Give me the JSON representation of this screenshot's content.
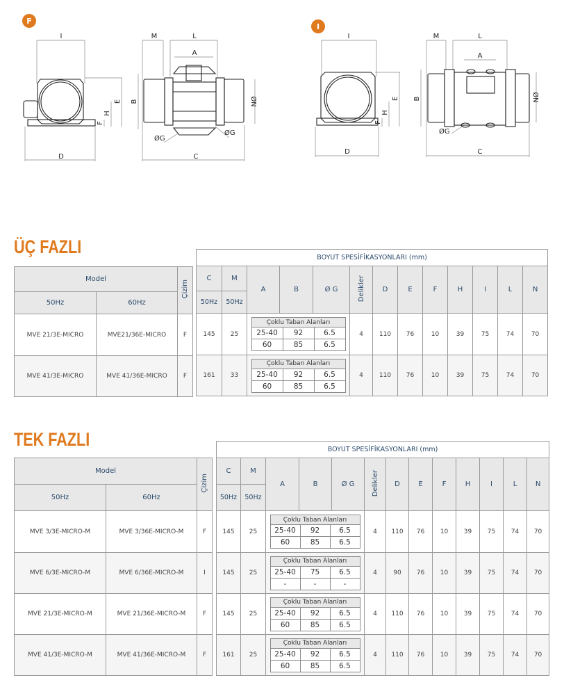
{
  "drawings": {
    "F": {
      "badge": "F",
      "labels": {
        "I": "I",
        "M": "M",
        "L": "L",
        "A": "A",
        "B": "B",
        "E": "E",
        "H": "H",
        "F": "F",
        "D": "D",
        "C": "C",
        "N": "ØN",
        "G1": "ØG",
        "G2": "ØG"
      }
    },
    "I": {
      "badge": "I",
      "labels": {
        "I": "I",
        "M": "M",
        "L": "L",
        "A": "A",
        "B": "B",
        "E": "E",
        "H": "H",
        "F": "F",
        "D": "D",
        "C": "C",
        "N": "ØN",
        "G1": "ØG"
      }
    }
  },
  "colors": {
    "accent": "#e07a1f",
    "header_bg": "#e8e8e8",
    "header_text": "#2b4a6b"
  },
  "sections": [
    {
      "title": "ÜÇ FAZLI",
      "spec_title": "BOYUT SPESİFİKASYONLARI (mm)",
      "headers": {
        "model": "Model",
        "hz50": "50Hz",
        "hz60": "60Hz",
        "cizim": "Çizim",
        "C": "C",
        "M": "M",
        "C_sub": "50Hz",
        "M_sub": "50Hz",
        "A": "A",
        "B": "B",
        "G": "Ø G",
        "delikler": "Delikler",
        "dims": [
          "D",
          "E",
          "F",
          "H",
          "I",
          "L",
          "N"
        ]
      },
      "rows": [
        {
          "m50": "MVE 21/3E-MICRO",
          "m60": "MVE21/36E-MICRO",
          "cizim": "F",
          "C": "145",
          "M": "25",
          "base_title": "Çoklu Taban Alanları",
          "base": [
            [
              "25-40",
              "92",
              "6.5"
            ],
            [
              "60",
              "85",
              "6.5"
            ]
          ],
          "delikler": "4",
          "dims": [
            "110",
            "76",
            "10",
            "39",
            "75",
            "74",
            "70"
          ]
        },
        {
          "m50": "MVE 41/3E-MICRO",
          "m60": "MVE 41/36E-MICRO",
          "cizim": "F",
          "C": "161",
          "M": "33",
          "base_title": "Çoklu Taban Alanları",
          "base": [
            [
              "25-40",
              "92",
              "6.5"
            ],
            [
              "60",
              "85",
              "6.5"
            ]
          ],
          "delikler": "4",
          "dims": [
            "110",
            "76",
            "10",
            "39",
            "75",
            "74",
            "70"
          ]
        }
      ]
    },
    {
      "title": "TEK FAZLI",
      "spec_title": "BOYUT SPESİFİKASYONLARI (mm)",
      "headers": {
        "model": "Model",
        "hz50": "50Hz",
        "hz60": "60Hz",
        "cizim": "Çizim",
        "C": "C",
        "M": "M",
        "C_sub": "50Hz",
        "M_sub": "50Hz",
        "A": "A",
        "B": "B",
        "G": "Ø G",
        "delikler": "Delikler",
        "dims": [
          "D",
          "E",
          "F",
          "H",
          "I",
          "L",
          "N"
        ]
      },
      "rows": [
        {
          "m50": "MVE 3/3E-MICRO-M",
          "m60": "MVE 3/36E-MICRO-M",
          "cizim": "F",
          "C": "145",
          "M": "25",
          "base_title": "Çoklu Taban Alanları",
          "base": [
            [
              "25-40",
              "92",
              "6.5"
            ],
            [
              "60",
              "85",
              "6.5"
            ]
          ],
          "delikler": "4",
          "dims": [
            "110",
            "76",
            "10",
            "39",
            "75",
            "74",
            "70"
          ]
        },
        {
          "m50": "MVE 6/3E-MICRO-M",
          "m60": "MVE 6/36E-MICRO-M",
          "cizim": "I",
          "C": "145",
          "M": "25",
          "base_title": "Çoklu Taban Alanları",
          "base": [
            [
              "25-40",
              "75",
              "6.5"
            ],
            [
              "-",
              "-",
              "-"
            ]
          ],
          "delikler": "4",
          "dims": [
            "90",
            "76",
            "10",
            "39",
            "75",
            "74",
            "70"
          ]
        },
        {
          "m50": "MVE 21/3E-MICRO-M",
          "m60": "MVE 21/36E-MICRO-M",
          "cizim": "F",
          "C": "145",
          "M": "25",
          "base_title": "Çoklu Taban Alanları",
          "base": [
            [
              "25-40",
              "92",
              "6.5"
            ],
            [
              "60",
              "85",
              "6.5"
            ]
          ],
          "delikler": "4",
          "dims": [
            "110",
            "76",
            "10",
            "39",
            "75",
            "74",
            "70"
          ]
        },
        {
          "m50": "MVE 41/3E-MICRO-M",
          "m60": "MVE 41/36E-MICRO-M",
          "cizim": "F",
          "C": "161",
          "M": "25",
          "base_title": "Çoklu Taban Alanları",
          "base": [
            [
              "25-40",
              "92",
              "6.5"
            ],
            [
              "60",
              "85",
              "6.5"
            ]
          ],
          "delikler": "4",
          "dims": [
            "110",
            "76",
            "10",
            "39",
            "75",
            "74",
            "70"
          ]
        }
      ]
    }
  ]
}
